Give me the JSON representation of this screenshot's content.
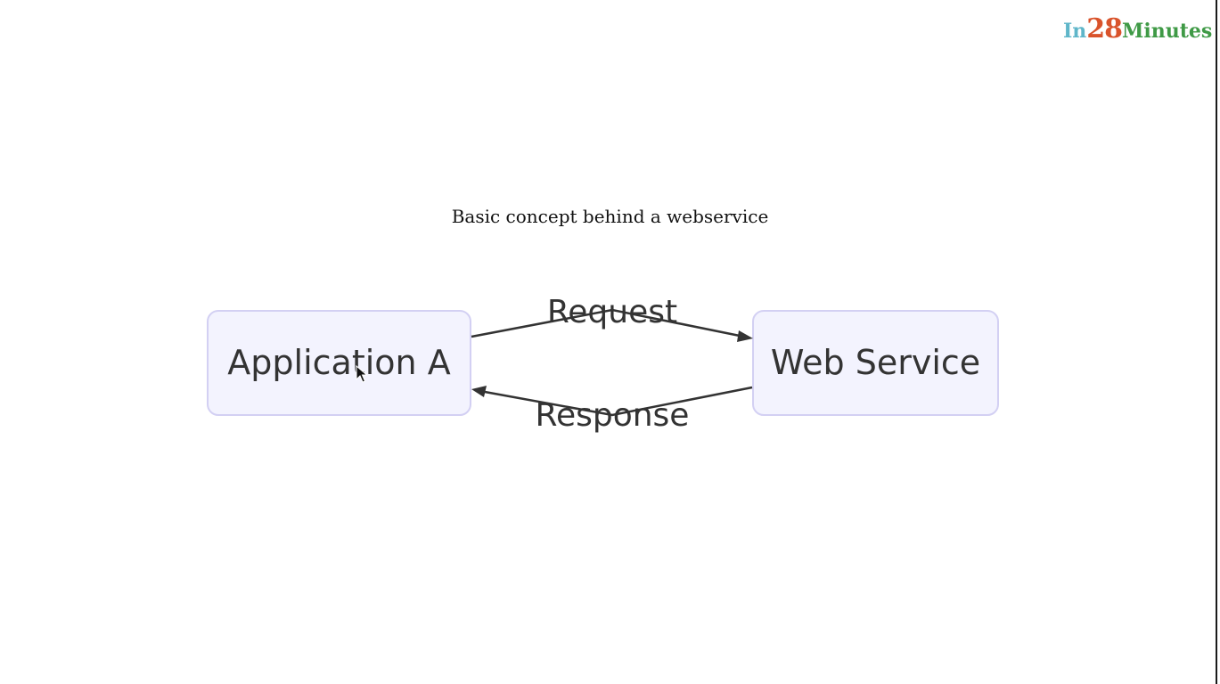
{
  "logo": {
    "part1": "In",
    "part2": "28",
    "part3": "Minutes"
  },
  "title": "Basic concept behind a webservice",
  "diagram": {
    "nodes": {
      "app": "Application A",
      "service": "Web Service"
    },
    "edges": {
      "request": "Request",
      "response": "Response"
    }
  }
}
